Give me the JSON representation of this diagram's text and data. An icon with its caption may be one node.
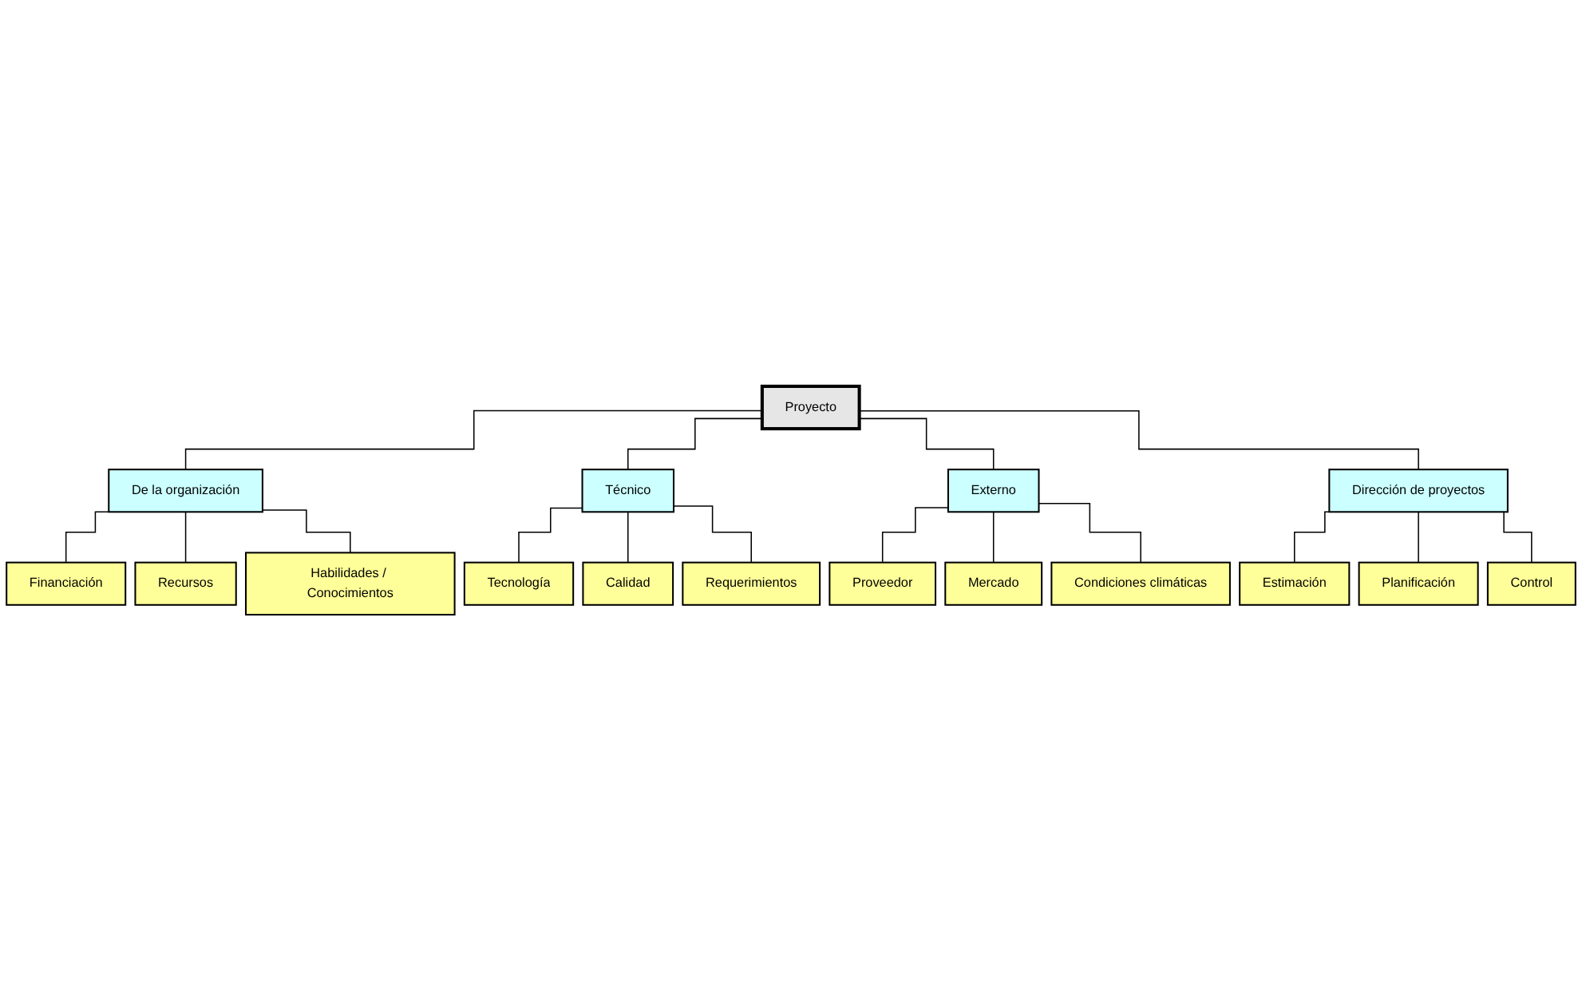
{
  "diagram": {
    "nodes": [
      {
        "text": [
          "Proyecto"
        ]
      },
      {
        "text": [
          "De la organización"
        ]
      },
      {
        "text": [
          "Técnico"
        ]
      },
      {
        "text": [
          "Externo"
        ]
      },
      {
        "text": [
          "Dirección de proyectos"
        ]
      },
      {
        "text": [
          "Financiación"
        ]
      },
      {
        "text": [
          "Recursos"
        ]
      },
      {
        "text": [
          "Habilidades / Conocimientos"
        ]
      },
      {
        "text": [
          "Tecnología"
        ]
      },
      {
        "text": [
          "Calidad"
        ]
      },
      {
        "text": [
          "Requerimientos"
        ]
      },
      {
        "text": [
          "Proveedor"
        ]
      },
      {
        "text": [
          "Mercado"
        ]
      },
      {
        "text": [
          "Condiciones climáticas"
        ]
      },
      {
        "text": [
          "Estimación"
        ]
      },
      {
        "text": [
          "Planificación"
        ]
      },
      {
        "text": [
          "Control"
        ]
      }
    ],
    "edges": [
      {
        "from": 0,
        "to": 1,
        "arrow": "none"
      },
      {
        "from": 0,
        "to": 2,
        "arrow": "none"
      },
      {
        "from": 0,
        "to": 3,
        "arrow": "none"
      },
      {
        "from": 0,
        "to": 4,
        "arrow": "none"
      },
      {
        "from": 1,
        "to": 5,
        "arrow": "none"
      },
      {
        "from": 1,
        "to": 6,
        "arrow": "none"
      },
      {
        "from": 1,
        "to": 7,
        "arrow": "none"
      },
      {
        "from": 2,
        "to": 8,
        "arrow": "none"
      },
      {
        "from": 2,
        "to": 9,
        "arrow": "none"
      },
      {
        "from": 2,
        "to": 10,
        "arrow": "none"
      },
      {
        "from": 3,
        "to": 11,
        "arrow": "none"
      },
      {
        "from": 3,
        "to": 12,
        "arrow": "none"
      },
      {
        "from": 3,
        "to": 13,
        "arrow": "none"
      },
      {
        "from": 4,
        "to": 14,
        "arrow": "none"
      },
      {
        "from": 4,
        "to": 15,
        "arrow": "none"
      },
      {
        "from": 4,
        "to": 16,
        "arrow": "none"
      }
    ]
  }
}
